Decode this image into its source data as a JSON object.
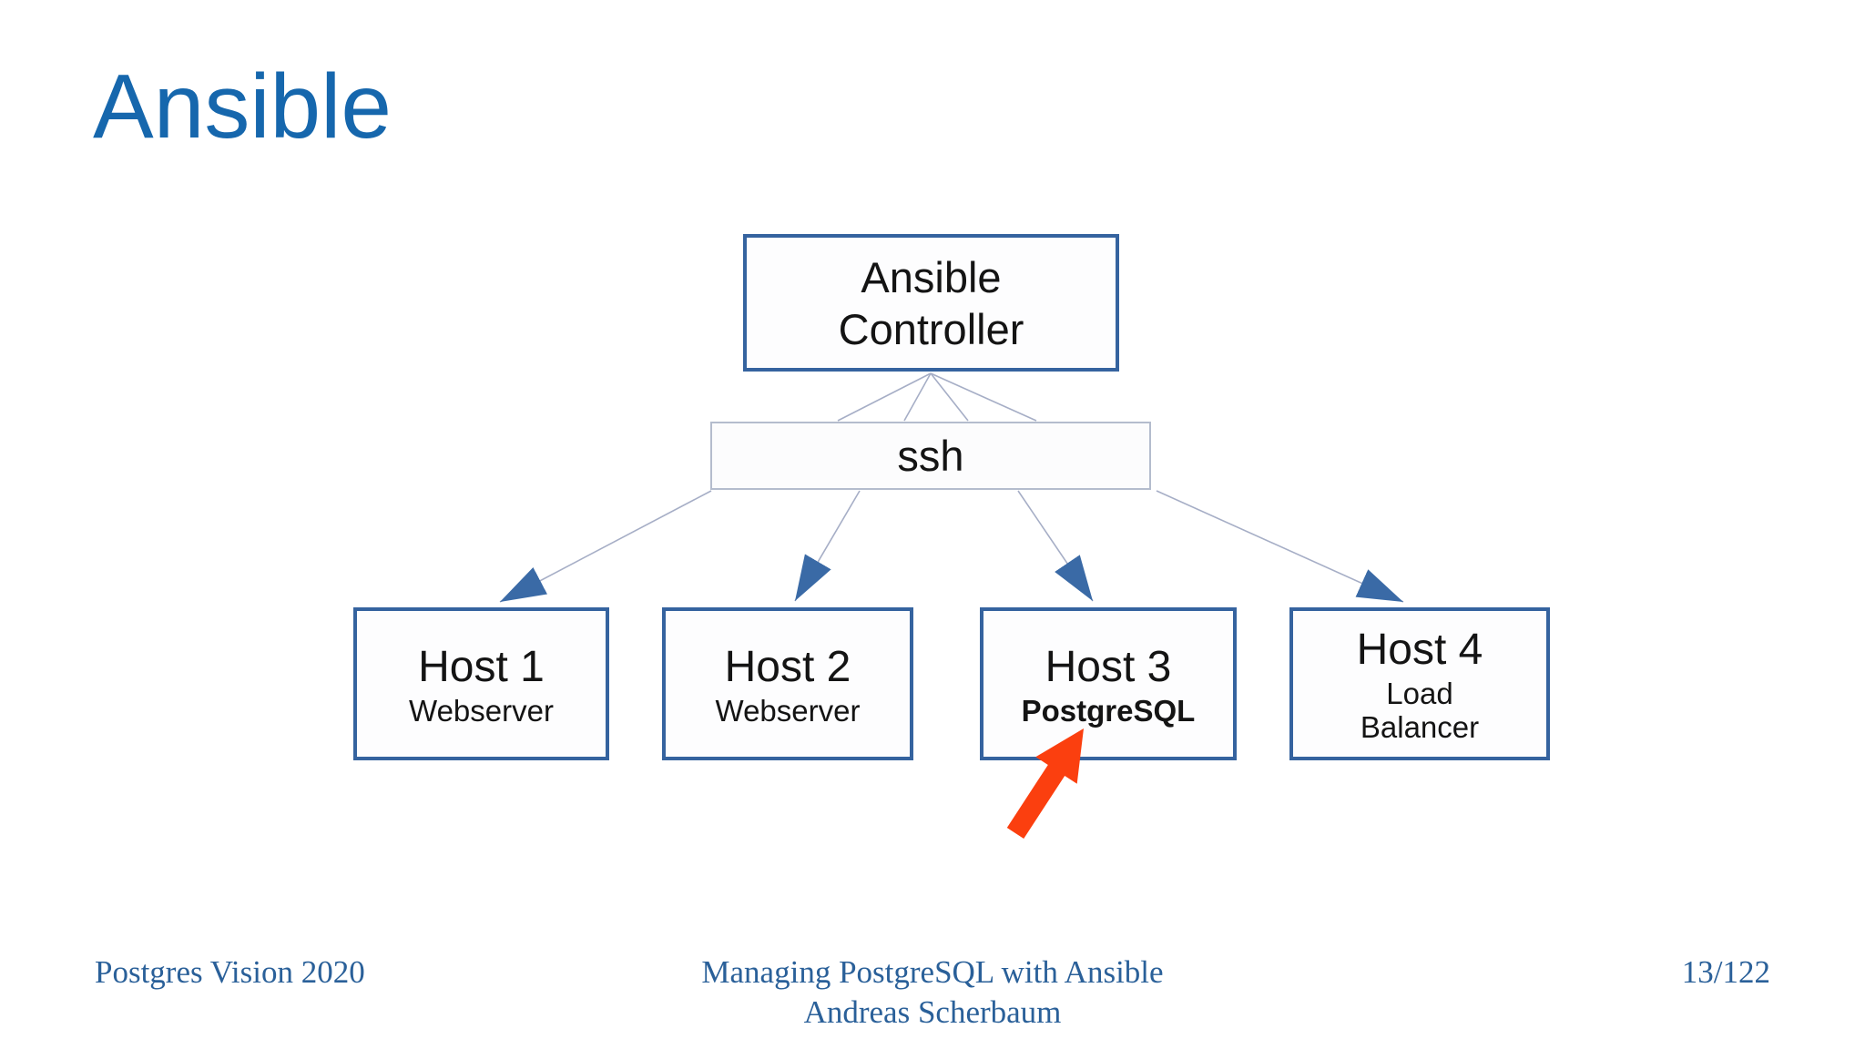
{
  "slide": {
    "title": "Ansible",
    "footer": {
      "left": "Postgres Vision 2020",
      "center_line1": "Managing PostgreSQL with Ansible",
      "center_line2": "Andreas Scherbaum",
      "page": "13/122"
    }
  },
  "diagram": {
    "controller": {
      "line1": "Ansible",
      "line2": "Controller"
    },
    "ssh_label": "ssh",
    "hosts": [
      {
        "name": "Host 1",
        "role": "Webserver",
        "role_bold": false
      },
      {
        "name": "Host 2",
        "role": "Webserver",
        "role_bold": false
      },
      {
        "name": "Host 3",
        "role": "PostgreSQL",
        "role_bold": true
      },
      {
        "name": "Host 4",
        "role": "Load Balancer",
        "role_bold": false
      }
    ],
    "highlight": "orange arrow pointing at PostgreSQL on Host 3"
  },
  "colors": {
    "title_blue": "#1667ad",
    "footer_blue": "#2a6099",
    "box_border": "#35639f",
    "ssh_border": "#b4bccd",
    "connector": "#a6aec6",
    "arrowhead": "#3a6aa6",
    "orange": "#fb3f0f",
    "text_black": "#141414"
  }
}
